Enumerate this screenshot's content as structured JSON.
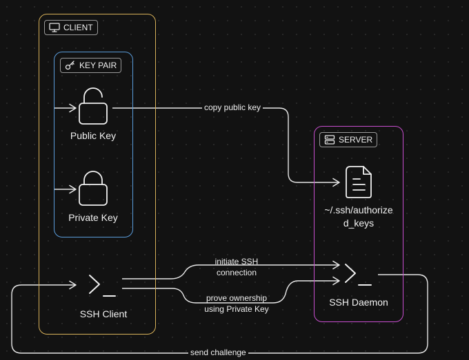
{
  "client": {
    "tag": "CLIENT",
    "color": "#d9b25a"
  },
  "keypair": {
    "tag": "KEY PAIR",
    "color": "#5b9ddc"
  },
  "server": {
    "tag": "SERVER",
    "color": "#c94fd0"
  },
  "nodes": {
    "public_key": {
      "label": "Public Key",
      "icon": "unlock-icon"
    },
    "private_key": {
      "label": "Private Key",
      "icon": "lock-icon"
    },
    "ssh_client": {
      "label": "SSH Client",
      "icon": "terminal-icon"
    },
    "authorized_keys": {
      "label": "~/.ssh/authorized_keys",
      "icon": "file-icon"
    },
    "ssh_daemon": {
      "label": "SSH Daemon",
      "icon": "terminal-icon"
    }
  },
  "edges": {
    "copy_public_key": "copy public key",
    "initiate_line1": "initiate SSH",
    "initiate_line2": "connection",
    "prove_line1": "prove ownership",
    "prove_line2": "using Private Key",
    "send_challenge": "send challenge"
  },
  "colors": {
    "background": "#121212",
    "line": "#e8e8e8"
  }
}
